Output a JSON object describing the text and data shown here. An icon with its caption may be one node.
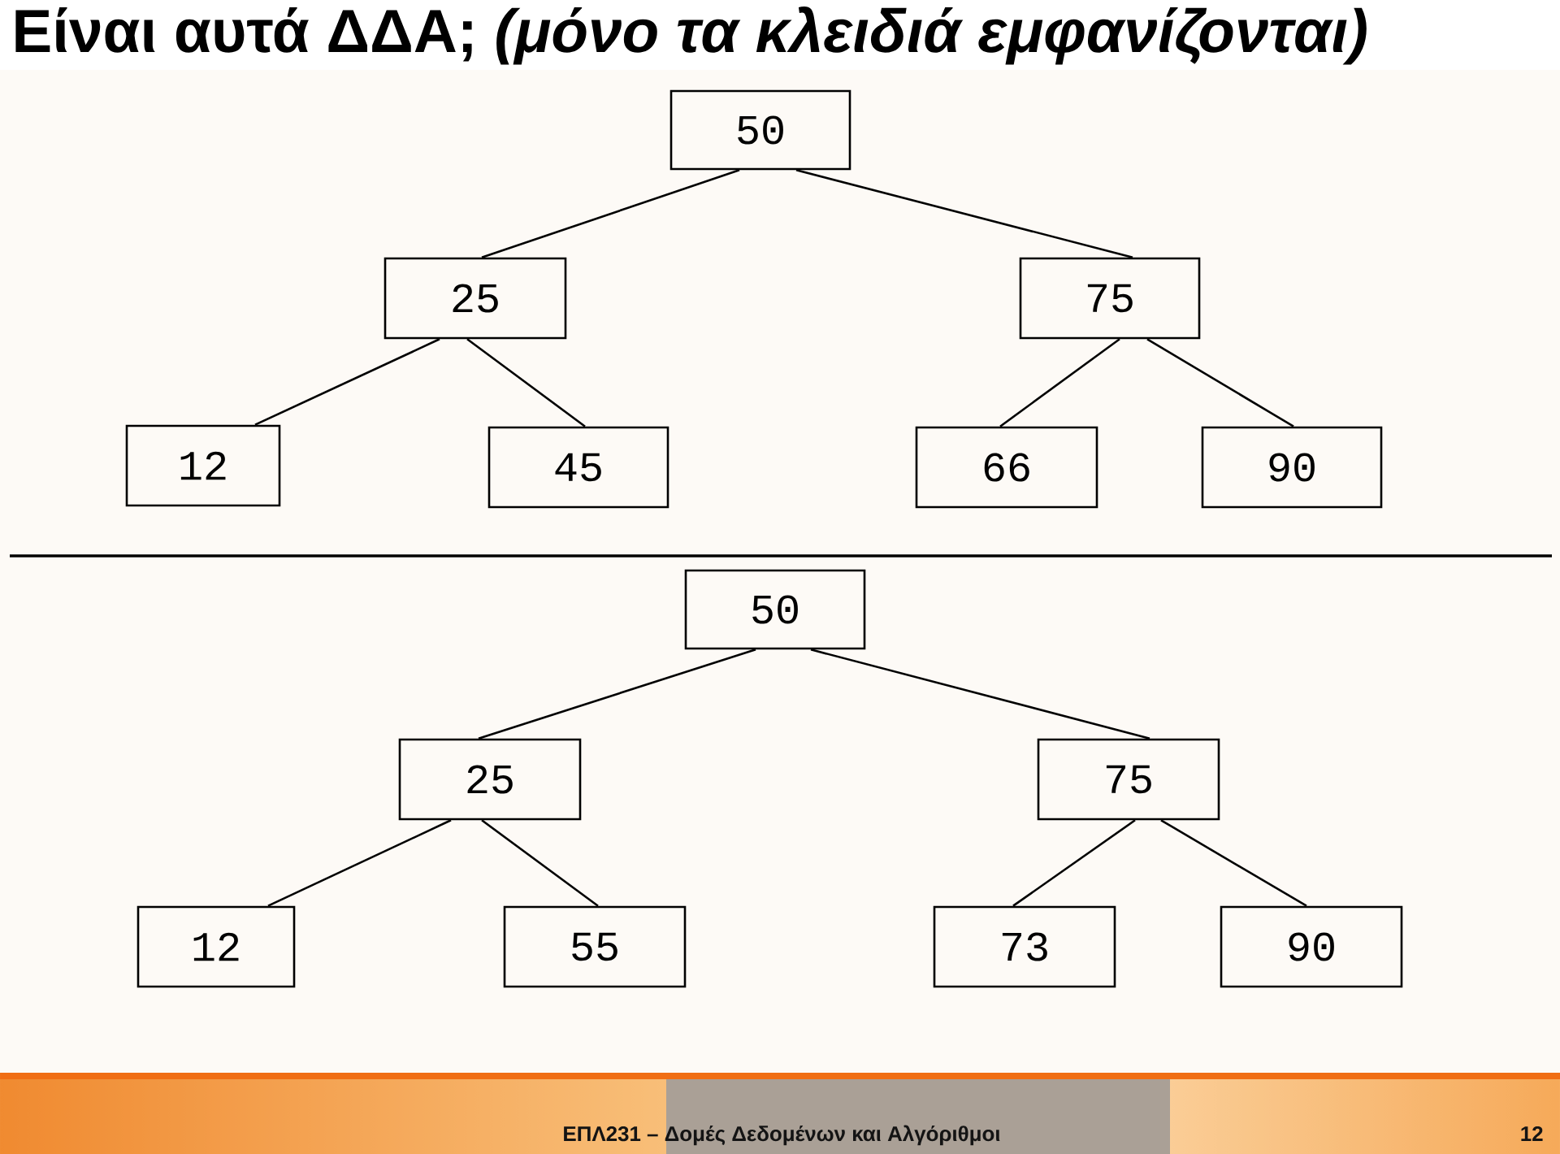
{
  "diagram": {
    "title": "Είναι αυτά ΔΔΑ; *(μόνο τα κλειδιά εμφανίζονται)*",
    "nodes": [
      {
        "text": [
          "50"
        ]
      },
      {
        "text": [
          "25"
        ]
      },
      {
        "text": [
          "75"
        ]
      },
      {
        "text": [
          "12"
        ]
      },
      {
        "text": [
          "45"
        ]
      },
      {
        "text": [
          "66"
        ]
      },
      {
        "text": [
          "90"
        ]
      },
      {
        "text": [
          "50"
        ]
      },
      {
        "text": [
          "25"
        ]
      },
      {
        "text": [
          "75"
        ]
      },
      {
        "text": [
          "12"
        ]
      },
      {
        "text": [
          "55"
        ]
      },
      {
        "text": [
          "73"
        ]
      },
      {
        "text": [
          "90"
        ]
      }
    ],
    "edges": [
      {
        "from": 0,
        "to": 1,
        "arrow": "none"
      },
      {
        "from": 0,
        "to": 2,
        "arrow": "none"
      },
      {
        "from": 1,
        "to": 3,
        "arrow": "none"
      },
      {
        "from": 1,
        "to": 4,
        "arrow": "none"
      },
      {
        "from": 2,
        "to": 5,
        "arrow": "none"
      },
      {
        "from": 2,
        "to": 6,
        "arrow": "none"
      },
      {
        "from": 7,
        "to": 8,
        "arrow": "none"
      },
      {
        "from": 7,
        "to": 9,
        "arrow": "none"
      },
      {
        "from": 8,
        "to": 10,
        "arrow": "none"
      },
      {
        "from": 8,
        "to": 11,
        "arrow": "none"
      },
      {
        "from": 9,
        "to": 12,
        "arrow": "none"
      },
      {
        "from": 9,
        "to": 13,
        "arrow": "none"
      }
    ],
    "labels": [
      "ΕΠΛ231 – Δομές Δεδομένων και Αλγόριθμοι",
      "12"
    ]
  }
}
